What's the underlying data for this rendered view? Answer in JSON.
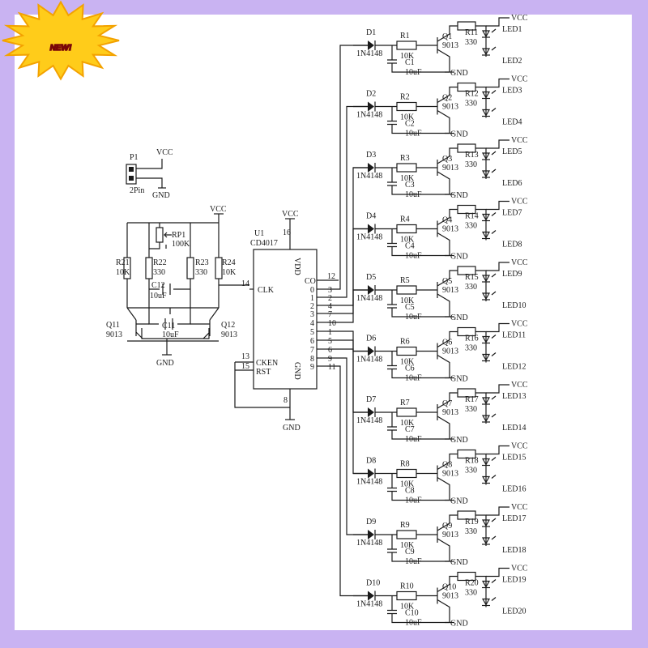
{
  "badge": {
    "label": "NEW!"
  },
  "power_header": {
    "ref": "P1",
    "type": "2Pin",
    "vcc": "VCC",
    "gnd": "GND"
  },
  "oscillator": {
    "vcc": "VCC",
    "gnd": "GND",
    "rp1": {
      "ref": "RP1",
      "value": "100K"
    },
    "r21": {
      "ref": "R21",
      "value": "10K"
    },
    "r22": {
      "ref": "R22",
      "value": "330"
    },
    "r23": {
      "ref": "R23",
      "value": "330"
    },
    "r24": {
      "ref": "R24",
      "value": "10K"
    },
    "c12": {
      "ref": "C12",
      "value": "10uF"
    },
    "c11": {
      "ref": "C11",
      "value": "10uF"
    },
    "q11": {
      "ref": "Q11",
      "value": "9013"
    },
    "q12": {
      "ref": "Q12",
      "value": "9013"
    }
  },
  "counter": {
    "ref": "U1",
    "part": "CD4017",
    "vcc": "VCC",
    "gnd": "GND",
    "vdd_pin": "16",
    "gnd_pin": "8",
    "vdd_label": "VDD",
    "gnd_label": "GND",
    "clk": {
      "pin": "14",
      "label": "CLK"
    },
    "cken": {
      "pin": "13",
      "label": "CKEN"
    },
    "rst": {
      "pin": "15",
      "label": "RST"
    },
    "co": {
      "label": "CO",
      "pin": "12"
    },
    "outputs": [
      {
        "label": "0",
        "pin": "3"
      },
      {
        "label": "1",
        "pin": "2"
      },
      {
        "label": "2",
        "pin": "4"
      },
      {
        "label": "3",
        "pin": "7"
      },
      {
        "label": "4",
        "pin": "10"
      },
      {
        "label": "5",
        "pin": "1"
      },
      {
        "label": "6",
        "pin": "5"
      },
      {
        "label": "7",
        "pin": "6"
      },
      {
        "label": "8",
        "pin": "9"
      },
      {
        "label": "9",
        "pin": "11"
      }
    ]
  },
  "stages": [
    {
      "diode": "D1",
      "dtype": "1N4148",
      "r": "R1",
      "rval": "10K",
      "c": "C1",
      "cval": "10uF",
      "q": "Q1",
      "qval": "9013",
      "rl": "R11",
      "rlval": "330",
      "leda": "LED1",
      "ledb": "LED2",
      "vcc": "VCC",
      "gnd": "GND"
    },
    {
      "diode": "D2",
      "dtype": "1N4148",
      "r": "R2",
      "rval": "10K",
      "c": "C2",
      "cval": "10uF",
      "q": "Q2",
      "qval": "9013",
      "rl": "R12",
      "rlval": "330",
      "leda": "LED3",
      "ledb": "LED4",
      "vcc": "VCC",
      "gnd": "GND"
    },
    {
      "diode": "D3",
      "dtype": "1N4148",
      "r": "R3",
      "rval": "10K",
      "c": "C3",
      "cval": "10uF",
      "q": "Q3",
      "qval": "9013",
      "rl": "R13",
      "rlval": "330",
      "leda": "LED5",
      "ledb": "LED6",
      "vcc": "VCC",
      "gnd": "GND"
    },
    {
      "diode": "D4",
      "dtype": "1N4148",
      "r": "R4",
      "rval": "10K",
      "c": "C4",
      "cval": "10uF",
      "q": "Q4",
      "qval": "9013",
      "rl": "R14",
      "rlval": "330",
      "leda": "LED7",
      "ledb": "LED8",
      "vcc": "VCC",
      "gnd": "GND"
    },
    {
      "diode": "D5",
      "dtype": "1N4148",
      "r": "R5",
      "rval": "10K",
      "c": "C5",
      "cval": "10uF",
      "q": "Q5",
      "qval": "9013",
      "rl": "R15",
      "rlval": "330",
      "leda": "LED9",
      "ledb": "LED10",
      "vcc": "VCC",
      "gnd": "GND"
    },
    {
      "diode": "D6",
      "dtype": "1N4148",
      "r": "R6",
      "rval": "10K",
      "c": "C6",
      "cval": "10uF",
      "q": "Q6",
      "qval": "9013",
      "rl": "R16",
      "rlval": "330",
      "leda": "LED11",
      "ledb": "LED12",
      "vcc": "VCC",
      "gnd": "GND"
    },
    {
      "diode": "D7",
      "dtype": "1N4148",
      "r": "R7",
      "rval": "10K",
      "c": "C7",
      "cval": "10uF",
      "q": "Q7",
      "qval": "9013",
      "rl": "R17",
      "rlval": "330",
      "leda": "LED13",
      "ledb": "LED14",
      "vcc": "VCC",
      "gnd": "GND"
    },
    {
      "diode": "D8",
      "dtype": "1N4148",
      "r": "R8",
      "rval": "10K",
      "c": "C8",
      "cval": "10uF",
      "q": "Q8",
      "qval": "9013",
      "rl": "R18",
      "rlval": "330",
      "leda": "LED15",
      "ledb": "LED16",
      "vcc": "VCC",
      "gnd": "GND"
    },
    {
      "diode": "D9",
      "dtype": "1N4148",
      "r": "R9",
      "rval": "10K",
      "c": "C9",
      "cval": "10uF",
      "q": "Q9",
      "qval": "9013",
      "rl": "R19",
      "rlval": "330",
      "leda": "LED17",
      "ledb": "LED18",
      "vcc": "VCC",
      "gnd": "GND"
    },
    {
      "diode": "D10",
      "dtype": "1N4148",
      "r": "R10",
      "rval": "10K",
      "c": "C10",
      "cval": "10uF",
      "q": "Q10",
      "qval": "9013",
      "rl": "R20",
      "rlval": "330",
      "leda": "LED19",
      "ledb": "LED20",
      "vcc": "VCC",
      "gnd": "GND"
    }
  ]
}
